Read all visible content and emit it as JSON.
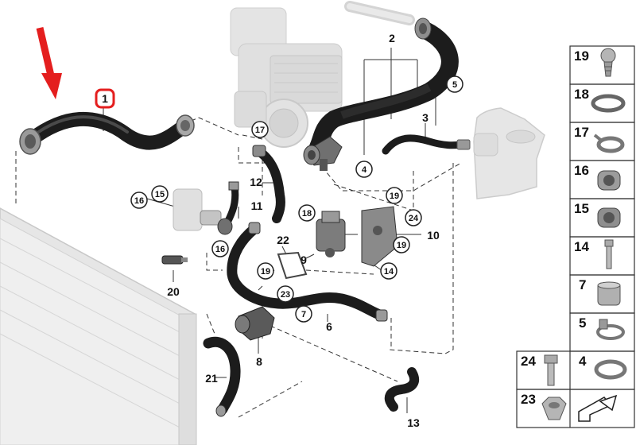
{
  "diagram": {
    "highlight_color": "#e41e1e",
    "hose_color": "#1c1c1c",
    "ghost_color": "#d8d8d8",
    "callouts": {
      "c1": "1",
      "c2": "2",
      "c3": "3",
      "c4": "4",
      "c5": "5",
      "c6": "6",
      "c7": "7",
      "c8": "8",
      "c9": "9",
      "c10": "10",
      "c11": "11",
      "c12": "12",
      "c13": "13",
      "c14": "14",
      "c15": "15",
      "c16a": "16",
      "c16b": "16",
      "c17": "17",
      "c18": "18",
      "c19a": "19",
      "c19b": "19",
      "c19c": "19",
      "c20": "20",
      "c21": "21",
      "c22": "22",
      "c23": "23",
      "c24": "24"
    }
  },
  "legend": {
    "items": [
      {
        "number": "19",
        "icon": "screw-clip-icon"
      },
      {
        "number": "18",
        "icon": "hose-clamp-band-icon"
      },
      {
        "number": "17",
        "icon": "spring-clip-icon"
      },
      {
        "number": "16",
        "icon": "quick-coupling-icon"
      },
      {
        "number": "15",
        "icon": "quick-coupling-angled-icon"
      },
      {
        "number": "14",
        "icon": "bolt-icon"
      },
      {
        "number": "7",
        "icon": "sleeve-icon"
      },
      {
        "number": "5",
        "icon": "worm-clamp-icon"
      },
      {
        "number": "24",
        "icon": "hex-bolt-icon"
      },
      {
        "number": "4",
        "icon": "band-clamp-icon"
      },
      {
        "number": "23",
        "icon": "hex-nut-icon"
      },
      {
        "number": "",
        "icon": "direction-arrow-icon"
      }
    ]
  }
}
